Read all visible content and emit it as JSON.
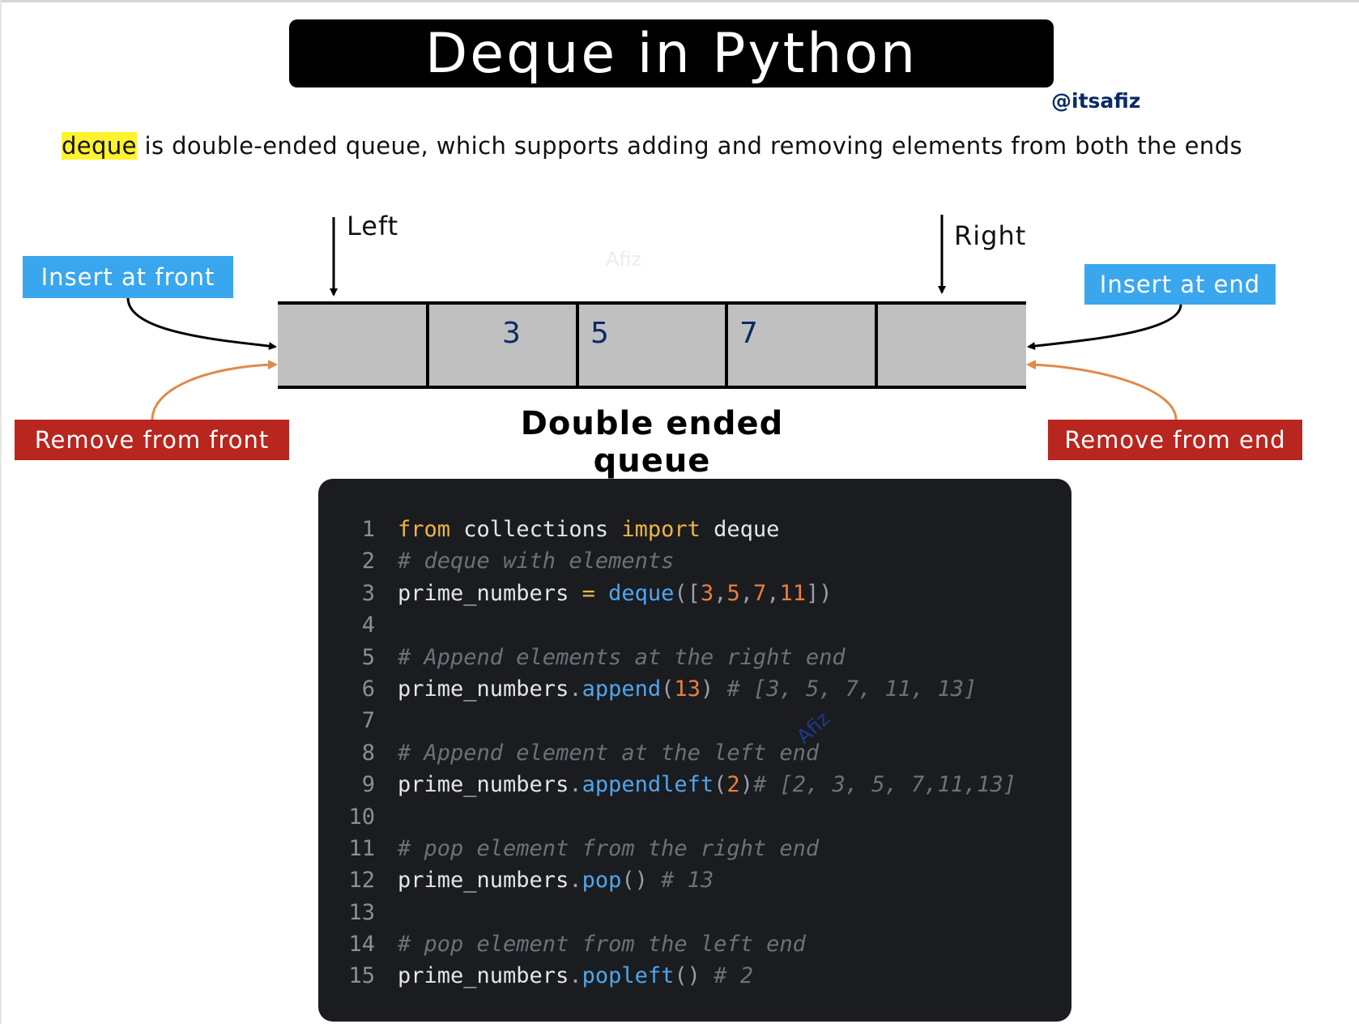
{
  "title": "Deque in Python",
  "handle": "@itsafiz",
  "description": {
    "highlight": "deque",
    "rest": " is double-ended queue, which supports adding and removing elements from both the ends"
  },
  "diagram": {
    "left_label": "Left",
    "right_label": "Right",
    "cells": [
      "",
      "3",
      "5",
      "7",
      ""
    ],
    "insert_front": "Insert at front",
    "insert_end": "Insert at end",
    "remove_front": "Remove from front",
    "remove_end": "Remove from end",
    "caption": "Double ended queue",
    "watermark": "Afiz",
    "colors": {
      "cell_fill": "#c0c0c0",
      "number": "#0c2a66",
      "insert_arrow": "#000000",
      "remove_arrow": "#e08a4a",
      "insert_box": "#3aa6ee",
      "remove_box": "#b8261f"
    }
  },
  "code": {
    "lines": [
      {
        "n": "1",
        "t": "from collections import deque"
      },
      {
        "n": "2",
        "t": "# deque with elements"
      },
      {
        "n": "3",
        "t": "prime_numbers = deque([3,5,7,11])"
      },
      {
        "n": "4",
        "t": ""
      },
      {
        "n": "5",
        "t": "# Append elements at the right end"
      },
      {
        "n": "6",
        "t": "prime_numbers.append(13) # [3, 5, 7, 11, 13]"
      },
      {
        "n": "7",
        "t": ""
      },
      {
        "n": "8",
        "t": "# Append element at the left end"
      },
      {
        "n": "9",
        "t": "prime_numbers.appendleft(2)# [2, 3, 5, 7,11,13]"
      },
      {
        "n": "10",
        "t": ""
      },
      {
        "n": "11",
        "t": "# pop element from the right end"
      },
      {
        "n": "12",
        "t": "prime_numbers.pop() # 13"
      },
      {
        "n": "13",
        "t": ""
      },
      {
        "n": "14",
        "t": "# pop element from the left end"
      },
      {
        "n": "15",
        "t": "prime_numbers.popleft() # 2"
      }
    ],
    "watermark": "Afiz"
  }
}
